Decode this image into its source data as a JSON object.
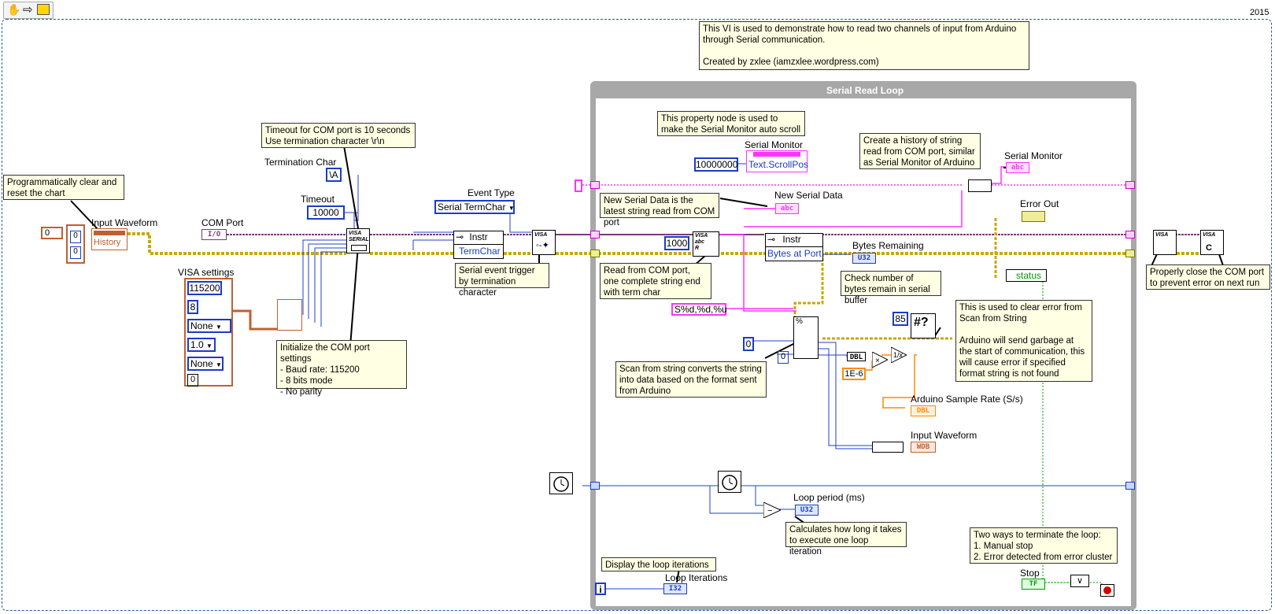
{
  "toolbar": {
    "year": "2015",
    "icons": [
      "hand-tool-icon",
      "arrow-tool-icon",
      "vi-run-icon"
    ]
  },
  "notes": {
    "header": "This VI is used to demonstrate how to read two channels of input from Arduino through Serial communication.\n\nCreated by zxlee (iamzxlee.wordpress.com)",
    "clear_chart": "Programmatically clear and reset the chart",
    "timeout": "Timeout for COM port is 10 seconds\nUse termination character \\r\\n",
    "init_com": "Initialize the COM port settings\n- Baud rate: 115200\n- 8 bits mode\n- No parity",
    "serial_event": "Serial event trigger by termination character",
    "property_node": "This property node is used to make the Serial Monitor auto scroll",
    "history": "Create a history of string read from COM port, similar as Serial Monitor of Arduino",
    "new_serial": "New Serial Data is the latest string read from COM port",
    "read_com": "Read from COM port, one complete string end with term char",
    "bytes_check": "Check number of bytes remain in serial buffer",
    "clear_error": "This is used to clear error from Scan from String\n\nArduino will send garbage at the start of communication, this will cause error if specified format string is not found",
    "scan_string": "Scan from string converts the string into data based on the format sent from Arduino",
    "calc_loop": "Calculates how long it takes to execute one loop iteration",
    "display_iter": "Display the loop iterations",
    "terminate": "Two ways to terminate the loop:\n1. Manual stop\n2. Error detected from error cluster",
    "close_com": "Properly close the COM port to prevent error on next run"
  },
  "loop": {
    "title": "Serial Read Loop"
  },
  "labels": {
    "input_waveform": "Input Waveform",
    "com_port": "COM Port",
    "termination_char": "Termination Char",
    "timeout": "Timeout",
    "visa_settings": "VISA settings",
    "event_type": "Event Type",
    "serial_monitor": "Serial Monitor",
    "serial_monitor_2": "Serial Monitor",
    "new_serial_data": "New Serial Data",
    "bytes_remaining": "Bytes Remaining",
    "error_out": "Error Out",
    "arduino_rate": "Arduino Sample Rate (S/s)",
    "input_waveform_2": "Input Waveform",
    "loop_period": "Loop period (ms)",
    "loop_iterations": "Loop Iterations",
    "stop": "Stop"
  },
  "values": {
    "history_index": "0",
    "history_zero1": "0",
    "history_zero2": "0",
    "history_prop": "History",
    "com_port_tag": "I/O",
    "term_char": "\\A",
    "timeout": "10000",
    "baud": "115200",
    "data_bits": "8",
    "parity": "None",
    "stop_bits": "1.0",
    "flow": "None",
    "visa_last": "0",
    "event_type": "Serial TermChar",
    "instr1": "Instr",
    "termchar_prop": "TermChar",
    "scroll_const": "10000000",
    "scroll_prop": "Text.ScrollPos",
    "read_count": "1000",
    "instr2": "Instr",
    "bytes_prop": "Bytes at Port",
    "format_string": "S%d,%d,%u",
    "zero_const": "0",
    "zero_const2": "0",
    "error_code": "85",
    "status": "status",
    "dbl": "DBL",
    "scale": "1E-6",
    "tf": "TF",
    "abc": "abc",
    "u32": "U32",
    "i32": "I32",
    "dbl_ind": "DBL",
    "wfm": "WDB",
    "iter_i": "i"
  },
  "colors": {
    "visa_wire": "#7a3a7a",
    "string_wire": "#ff33ff",
    "error_wire": "#c8a800",
    "numeric_wire": "#2040d0",
    "dbl_wire": "#ff8a00",
    "bool_wire": "#00a000",
    "loop_frame": "#a0a0a0"
  }
}
